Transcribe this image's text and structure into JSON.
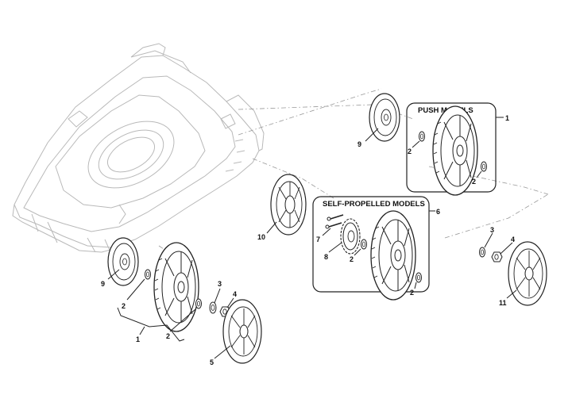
{
  "boxes": {
    "push": {
      "title": "PUSH MODELS",
      "ref": "1"
    },
    "self_propelled": {
      "title": "SELF-PROPELLED MODELS",
      "ref": "6"
    }
  },
  "callouts": {
    "c1_front": "1",
    "c2_front_a": "2",
    "c2_front_b": "2",
    "c3_front": "3",
    "c4_front": "4",
    "c5_front": "5",
    "c9_front": "9",
    "c9_rear": "9",
    "c2_push_a": "2",
    "c2_push_b": "2",
    "c10": "10",
    "c7": "7",
    "c8": "8",
    "c2_sp_a": "2",
    "c2_sp_b": "2",
    "c3_rear": "3",
    "c4_rear": "4",
    "c11": "11"
  }
}
